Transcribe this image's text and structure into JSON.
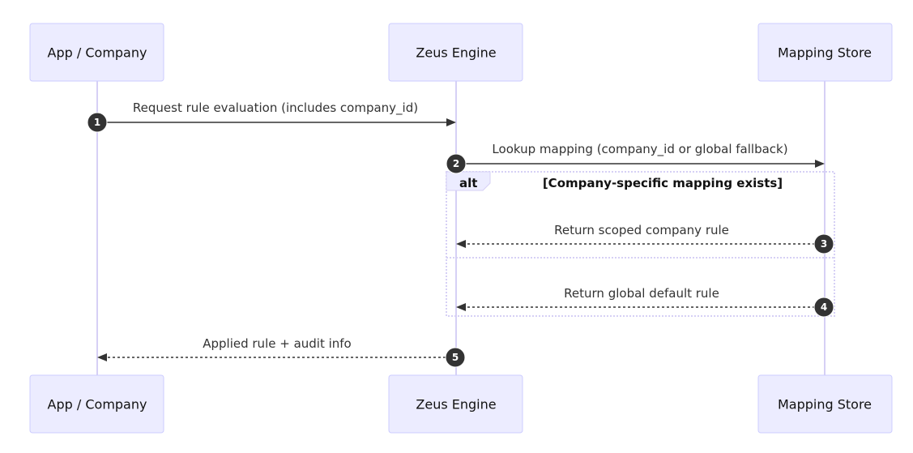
{
  "diagram": {
    "type": "sequence",
    "actors": [
      {
        "id": "app",
        "label": "App / Company"
      },
      {
        "id": "zeus",
        "label": "Zeus Engine"
      },
      {
        "id": "store",
        "label": "Mapping Store"
      }
    ],
    "messages": [
      {
        "seq": "1",
        "from": "app",
        "to": "zeus",
        "label": "Request rule evaluation (includes company_id)",
        "style": "solid"
      },
      {
        "seq": "2",
        "from": "zeus",
        "to": "store",
        "label": "Lookup mapping (company_id or global fallback)",
        "style": "solid"
      },
      {
        "seq": "3",
        "from": "store",
        "to": "zeus",
        "label": "Return scoped company rule",
        "style": "dashed"
      },
      {
        "seq": "4",
        "from": "store",
        "to": "zeus",
        "label": "Return global default rule",
        "style": "dashed"
      },
      {
        "seq": "5",
        "from": "zeus",
        "to": "app",
        "label": "Applied rule + audit info",
        "style": "dashed"
      }
    ],
    "alt_block": {
      "keyword": "alt",
      "condition": "[Company-specific mapping exists]"
    }
  },
  "colors": {
    "actor_fill": "#ECECFF",
    "actor_border": "#CCCCFF",
    "lifeline": "#D6D0F5",
    "arrow": "#333333"
  }
}
